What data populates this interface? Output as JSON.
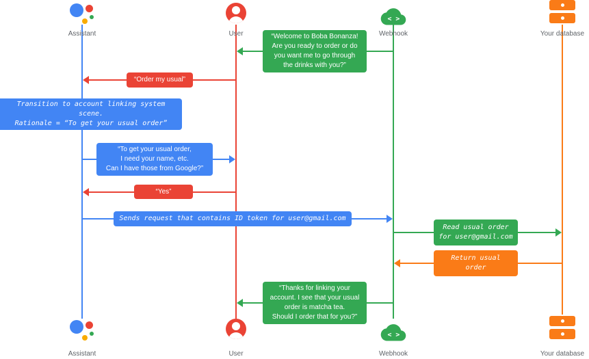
{
  "actors": {
    "assistant": "Assistant",
    "user": "User",
    "webhook": "Webhook",
    "database": "Your database"
  },
  "messages": {
    "welcome": "“Welcome to Boba Bonanza!\nAre you ready to order or do\nyou want me to go through\nthe drinks with you?”",
    "order_usual": "“Order my usual”",
    "transition_note": "Transition to account linking system scene.\nRationale = “To get your usual order”",
    "need_info": "“To get your usual order,\nI need your name, etc.\nCan I have those from Google?”",
    "yes": "“Yes”",
    "sends_request": "Sends request that contains ID token for user@gmail.com",
    "read_order": "Read usual order\nfor user@gmail.com",
    "return_order": "Return usual\norder",
    "thanks": "“Thanks for linking your\naccount. I see that your usual\norder is matcha tea.\nShould I order that for you?”"
  },
  "icons": {
    "webhook_glyph": "< >"
  },
  "colors": {
    "blue": "#4285F4",
    "red": "#EA4335",
    "green": "#34A853",
    "orange": "#FA7B17",
    "yellow": "#F9AB00",
    "label_gray": "#5F6368"
  }
}
